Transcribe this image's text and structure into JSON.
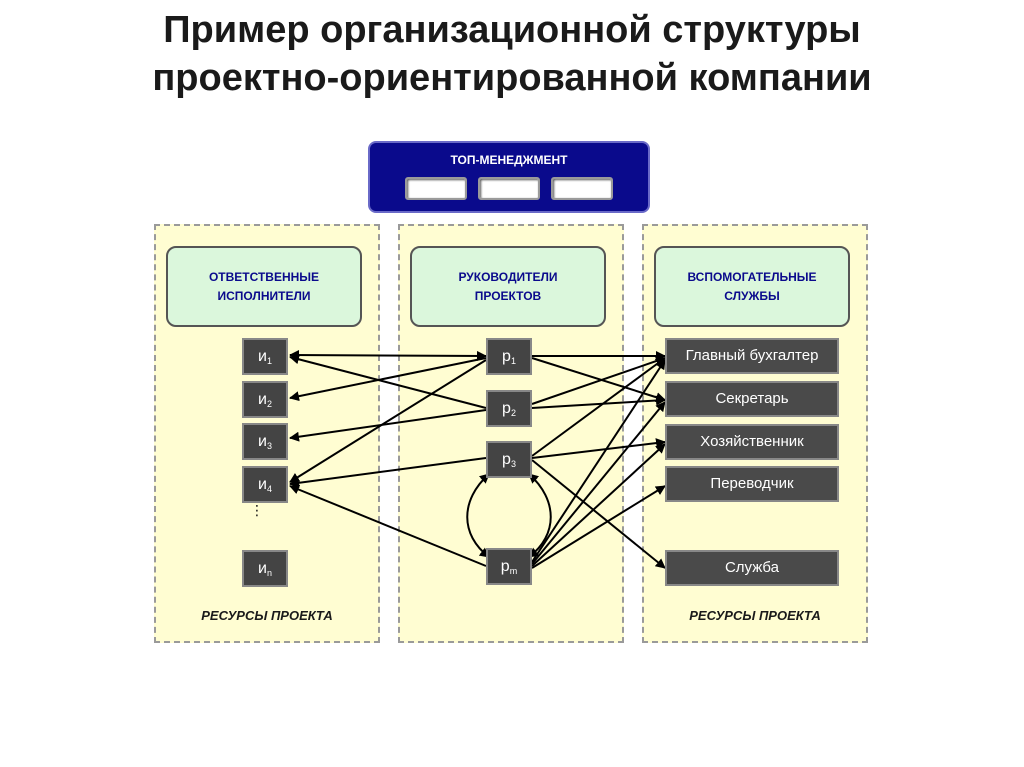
{
  "title": {
    "line1": "Пример организационной структуры",
    "line2": "проектно-ориентированной компании"
  },
  "top": {
    "label": "ТОП-МЕНЕДЖМЕНТ"
  },
  "columns": [
    {
      "header": [
        "ОТВЕТСТВЕННЫЕ",
        "ИСПОЛНИТЕЛИ"
      ],
      "footer": "РЕСУРСЫ ПРОЕКТА"
    },
    {
      "header": [
        "РУКОВОДИТЕЛИ",
        "ПРОЕКТОВ"
      ]
    },
    {
      "header": [
        "ВСПОМОГАТЕЛЬНЫЕ",
        "СЛУЖБЫ"
      ],
      "footer": "РЕСУРСЫ ПРОЕКТА"
    }
  ],
  "executors": [
    {
      "base": "и",
      "sub": "1"
    },
    {
      "base": "и",
      "sub": "2"
    },
    {
      "base": "и",
      "sub": "3"
    },
    {
      "base": "и",
      "sub": "4"
    },
    {
      "base": "и",
      "sub": "n"
    }
  ],
  "managers": [
    {
      "base": "р",
      "sub": "1"
    },
    {
      "base": "р",
      "sub": "2"
    },
    {
      "base": "р",
      "sub": "3"
    },
    {
      "base": "р",
      "sub": "m"
    }
  ],
  "services": [
    "Главный бухгалтер",
    "Секретарь",
    "Хозяйственник",
    "Переводчик",
    "Служба"
  ],
  "ellipsis": "⋮"
}
